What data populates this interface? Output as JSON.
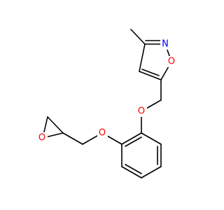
{
  "molecule": {
    "atoms": [
      {
        "id": "o_epox",
        "symbol": "O",
        "color": "#ff0000"
      },
      {
        "id": "o_ether1",
        "symbol": "O",
        "color": "#ff0000"
      },
      {
        "id": "o_ether2",
        "symbol": "O",
        "color": "#ff0000"
      },
      {
        "id": "o_isox",
        "symbol": "O",
        "color": "#ff0000"
      },
      {
        "id": "n_isox",
        "symbol": "N",
        "color": "#0000ff"
      }
    ],
    "bond_color": "#000000",
    "background": "#ffffff"
  }
}
